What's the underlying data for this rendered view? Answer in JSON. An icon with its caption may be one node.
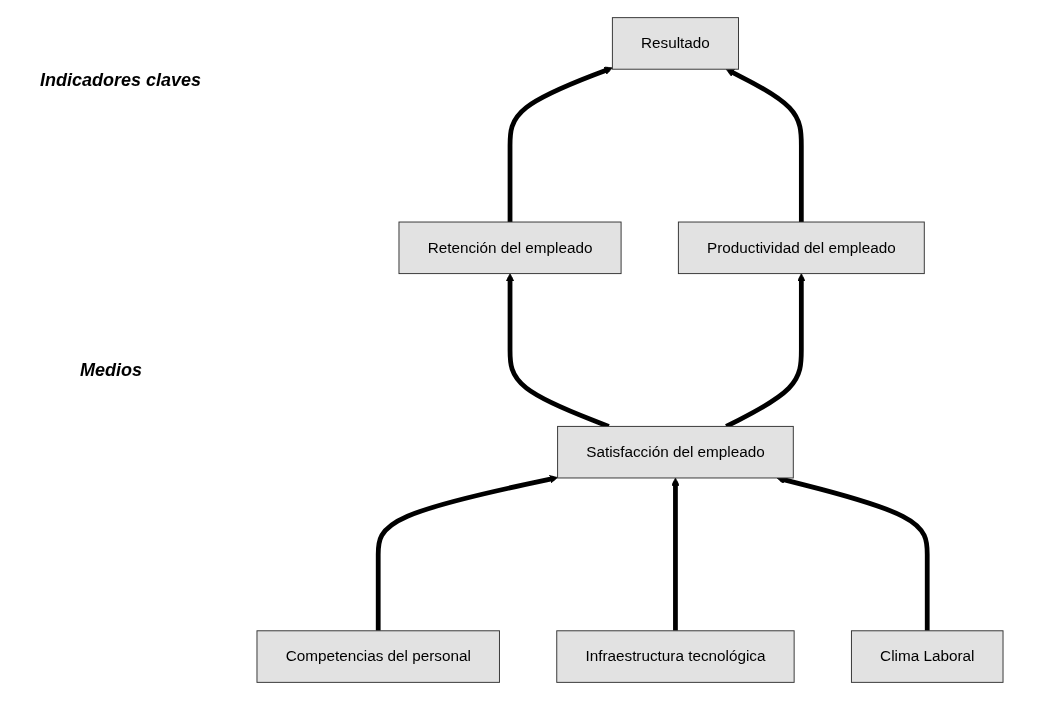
{
  "diagram": {
    "nodes": [
      {
        "text": [
          "Resultado"
        ]
      },
      {
        "text": [
          "Retención del empleado"
        ]
      },
      {
        "text": [
          "Productividad del empleado"
        ]
      },
      {
        "text": [
          "Satisfacción del empleado"
        ]
      },
      {
        "text": [
          "Competencias del personal"
        ]
      },
      {
        "text": [
          "Infraestructura tecnológica"
        ]
      },
      {
        "text": [
          "Clima Laboral"
        ]
      }
    ],
    "edges": [
      {
        "from": 3,
        "to": 1,
        "arrow": "to"
      },
      {
        "from": 3,
        "to": 2,
        "arrow": "to"
      },
      {
        "from": 1,
        "to": 0,
        "arrow": "to"
      },
      {
        "from": 2,
        "to": 0,
        "arrow": "to"
      },
      {
        "from": 4,
        "to": 3,
        "arrow": "to"
      },
      {
        "from": 5,
        "to": 3,
        "arrow": "to"
      },
      {
        "from": 6,
        "to": 3,
        "arrow": "to"
      }
    ],
    "labels": [
      "Indicadores claves",
      "Medios"
    ]
  }
}
